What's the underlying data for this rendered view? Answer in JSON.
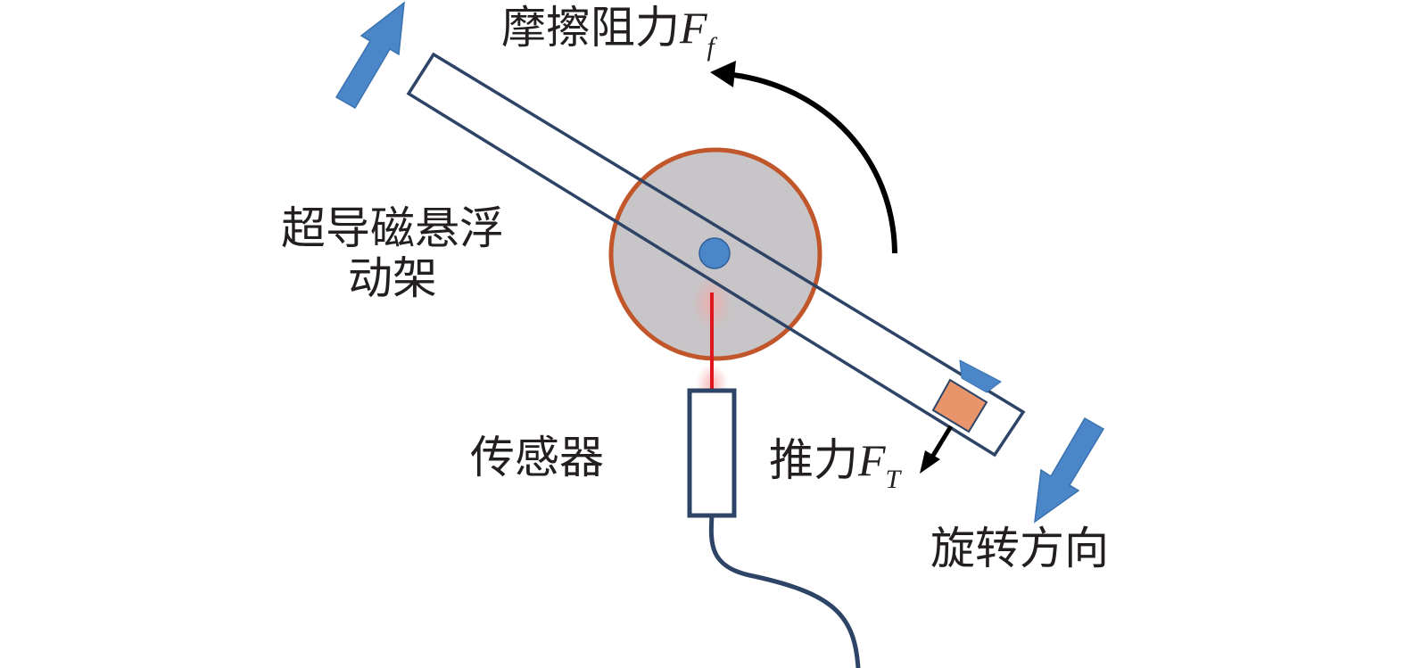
{
  "labels": {
    "friction_main": "摩擦阻力",
    "friction_symbol": "F",
    "friction_sub": "f",
    "frame_line1": "超导磁悬浮",
    "frame_line2": "动架",
    "sensor": "传感器",
    "thrust_main": "推力",
    "thrust_symbol": "F",
    "thrust_sub": "T",
    "rotation": "旋转方向"
  },
  "colors": {
    "frame_outline": "#2e4467",
    "disc_fill": "#c7c5c7",
    "disc_outline": "#c0562a",
    "axle": "#4a86c8",
    "laser": "#e0161f",
    "blue_arrow": "#4a86c8",
    "thruster": "#e8956c",
    "black_arrow": "#000000",
    "cable": "#2e4467"
  },
  "icons": {
    "rotation_arrow_top": "arrow-up-right-icon",
    "rotation_arrow_bottom": "arrow-down-left-icon",
    "friction_arrow": "curved-arrow-icon",
    "thrust_arrow": "arrow-icon"
  }
}
